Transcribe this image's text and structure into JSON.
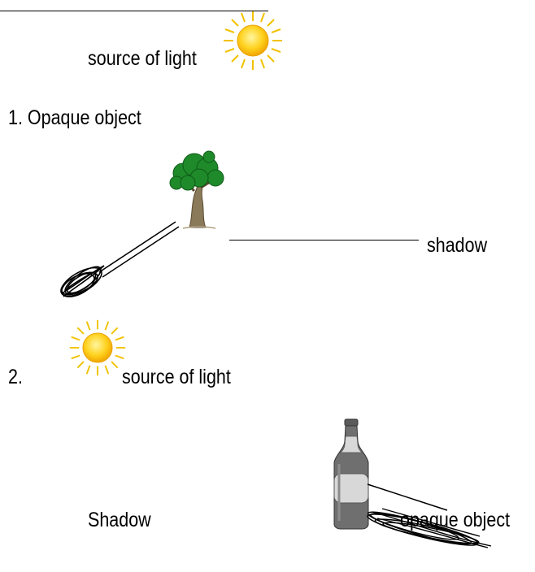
{
  "part1": {
    "light_label": "source of light",
    "heading": "1. Opaque object",
    "shadow_label": "shadow",
    "colors": {
      "sun_core": "#ffd21f",
      "sun_rays": "#f2c200",
      "foliage": "#1f8a2a",
      "trunk": "#8a7a5a",
      "scribble": "#000000"
    },
    "icons": [
      "sun-icon",
      "tree-icon",
      "shadow-scribble-icon"
    ]
  },
  "part2": {
    "number": "2.",
    "light_label": "source of light",
    "shadow_label": "Shadow",
    "object_label": "opaque object",
    "colors": {
      "bottle": "#6f6f6f",
      "bottle_label": "#d8d8d8"
    },
    "icons": [
      "sun-icon",
      "bottle-icon",
      "shadow-scribble-icon"
    ]
  }
}
